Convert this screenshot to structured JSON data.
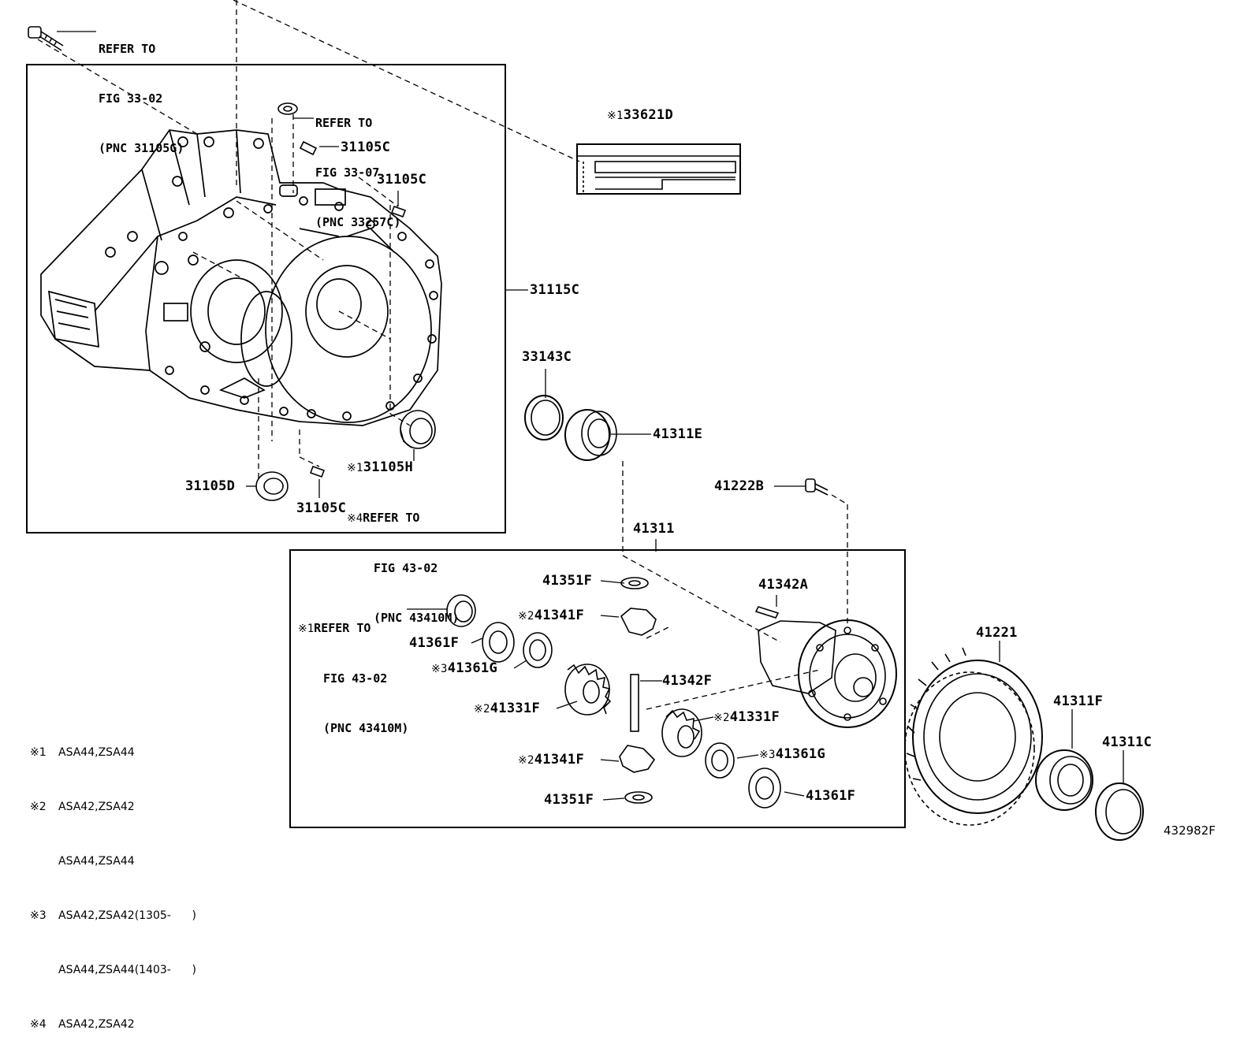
{
  "figure_id": "432982F",
  "refs": {
    "top_bolt": [
      "REFER TO",
      "FIG 33-02",
      "(PNC 31105G)"
    ],
    "pin_top": [
      "REFER TO",
      "FIG 33-07",
      "(PNC 33257C)"
    ],
    "seal_right": [
      "REFER TO",
      "FIG 43-02",
      "(PNC 43410M)"
    ],
    "seal_left": [
      "REFER TO",
      "FIG 43-02",
      "(PNC 43410M)"
    ]
  },
  "marks": {
    "m1": "※1",
    "m2": "※2",
    "m3": "※3",
    "m4": "※4"
  },
  "labels": {
    "l33621D": "33621D",
    "l31105C_a": "31105C",
    "l31105C_b": "31105C",
    "l31105C_c": "31105C",
    "l31115C": "31115C",
    "l33143C": "33143C",
    "l41311E": "41311E",
    "l31105H": "31105H",
    "l31105D": "31105D",
    "l41222B": "41222B",
    "l41311": "41311",
    "l41351F_a": "41351F",
    "l41341F_a": "41341F",
    "l41342A": "41342A",
    "l41361F_a": "41361F",
    "l41361G_a": "41361G",
    "l41342F": "41342F",
    "l41331F_a": "41331F",
    "l41331F_b": "41331F",
    "l41341F_b": "41341F",
    "l41361G_b": "41361G",
    "l41351F_b": "41351F",
    "l41361F_b": "41361F",
    "l41221": "41221",
    "l41311F": "41311F",
    "l41311C": "41311C"
  },
  "legend": [
    {
      "mark": "※1",
      "text": "ASA44,ZSA44"
    },
    {
      "mark": "※2",
      "text": "ASA42,ZSA42"
    },
    {
      "mark": "",
      "text": "ASA44,ZSA44"
    },
    {
      "mark": "※3",
      "text": "ASA42,ZSA42(1305-      )"
    },
    {
      "mark": "",
      "text": "ASA44,ZSA44(1403-      )"
    },
    {
      "mark": "※4",
      "text": "ASA42,ZSA42"
    }
  ]
}
